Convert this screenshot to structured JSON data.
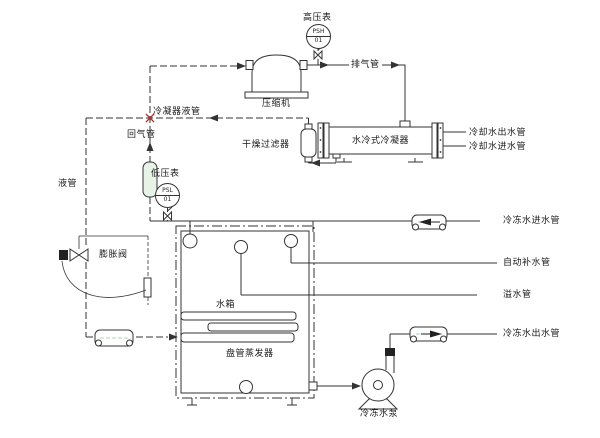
{
  "gauges": {
    "high_pressure": {
      "label": "高压表",
      "tag": "PSH",
      "number": "01"
    },
    "low_pressure": {
      "label": "低压表",
      "tag": "PSL",
      "number": "01"
    }
  },
  "equipment": {
    "compressor": "压缩机",
    "condenser": "水冷式冷凝器",
    "drier_filter": "干燥过滤器",
    "expansion_valve": "膨胀阀",
    "water_tank": "水箱",
    "coil_evaporator": "盘管蒸发器",
    "chilled_water_pump": "冷冻水泵"
  },
  "pipe_labels": {
    "discharge": "排气管",
    "condenser_liquid": "冷凝器液管",
    "return_gas": "回气管",
    "liquid": "液管",
    "cooling_water_out": "冷却水出水管",
    "cooling_water_in": "冷却水进水管",
    "chilled_water_in": "冷冻水进水管",
    "auto_makeup_water": "自动补水管",
    "overflow": "溢水管",
    "chilled_water_out": "冷冻水出水管"
  },
  "colors": {
    "line": "#333333",
    "cross_mark": "#b03434",
    "glass_fill": "#e7f3e7",
    "fitting_centerline": "#a8d5aa"
  }
}
